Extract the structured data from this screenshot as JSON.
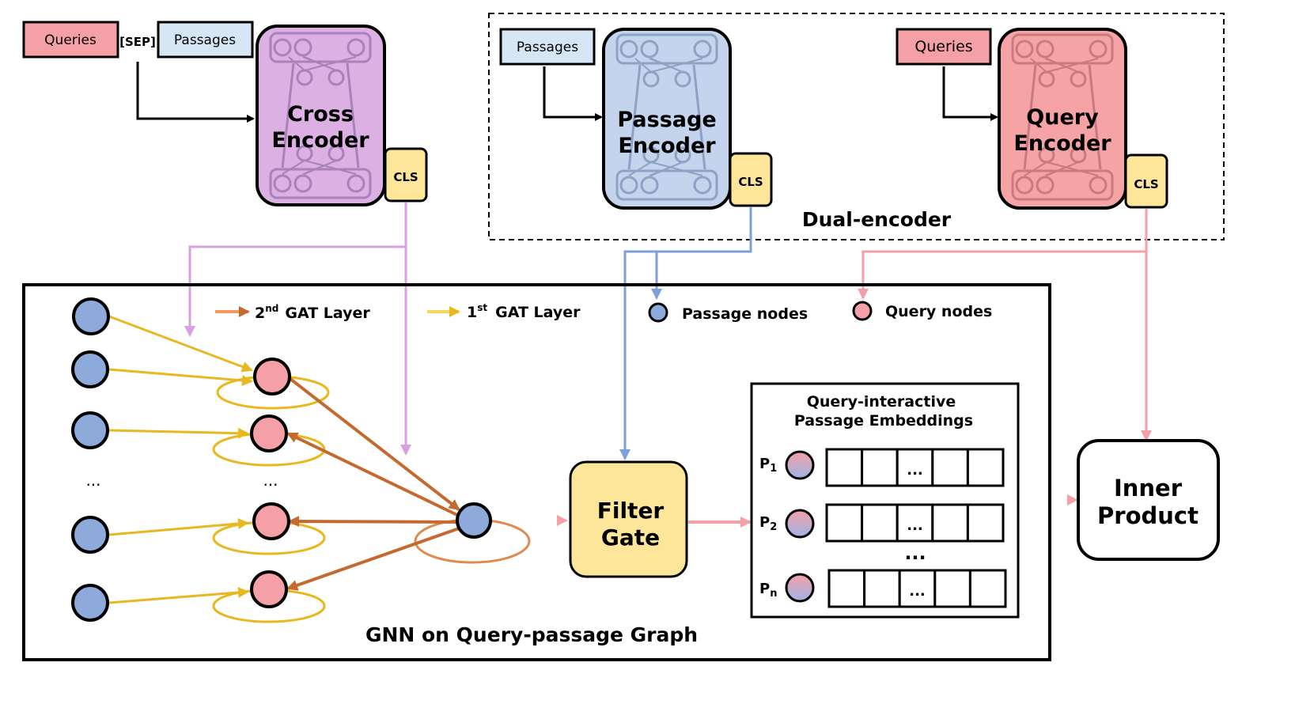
{
  "cross": {
    "queries_label": "Queries",
    "sep_label": "[SEP]",
    "passages_label": "Passages",
    "encoder_line1": "Cross",
    "encoder_line2": "Encoder",
    "cls_label": "CLS"
  },
  "dual": {
    "title": "Dual-encoder",
    "passages_label": "Passages",
    "passage_encoder_line1": "Passage",
    "passage_encoder_line2": "Encoder",
    "passage_cls": "CLS",
    "queries_label": "Queries",
    "query_encoder_line1": "Query",
    "query_encoder_line2": "Encoder",
    "query_cls": "CLS"
  },
  "gnn": {
    "title": "GNN on Query-passage Graph",
    "legend_2nd_pre": "2",
    "legend_2nd_sup": "nd",
    "legend_2nd_post": "GAT Layer",
    "legend_1st_pre": "1",
    "legend_1st_sup": "st",
    "legend_1st_post": "GAT Layer",
    "legend_passage_nodes": "Passage nodes",
    "legend_query_nodes": "Query nodes",
    "ellipsis_left": "...",
    "ellipsis_mid": "..."
  },
  "filter_gate": {
    "line1": "Filter",
    "line2": "Gate"
  },
  "embeddings": {
    "title_line1": "Query-interactive",
    "title_line2": "Passage Embeddings",
    "rows": [
      {
        "label_main": "P",
        "label_sub": "1",
        "cell_ellipsis": "..."
      },
      {
        "label_main": "P",
        "label_sub": "2",
        "cell_ellipsis": "..."
      },
      {
        "label_main": "P",
        "label_sub": "n",
        "cell_ellipsis": "..."
      }
    ],
    "row_ellipsis": "..."
  },
  "inner_product": {
    "line1": "Inner",
    "line2": "Product"
  },
  "colors": {
    "query_pink": "#f4a0a6",
    "passage_blue": "#8eaadb",
    "cross_purple": "#dcb0e2",
    "cls_yellow": "#fde59a",
    "first_gat": "#e8b820",
    "second_gat": "#d0743a",
    "light_blue_box": "#d6e6f5",
    "passage_enc_fill": "#c3d4ec",
    "query_enc_fill": "#f5a3a5"
  }
}
